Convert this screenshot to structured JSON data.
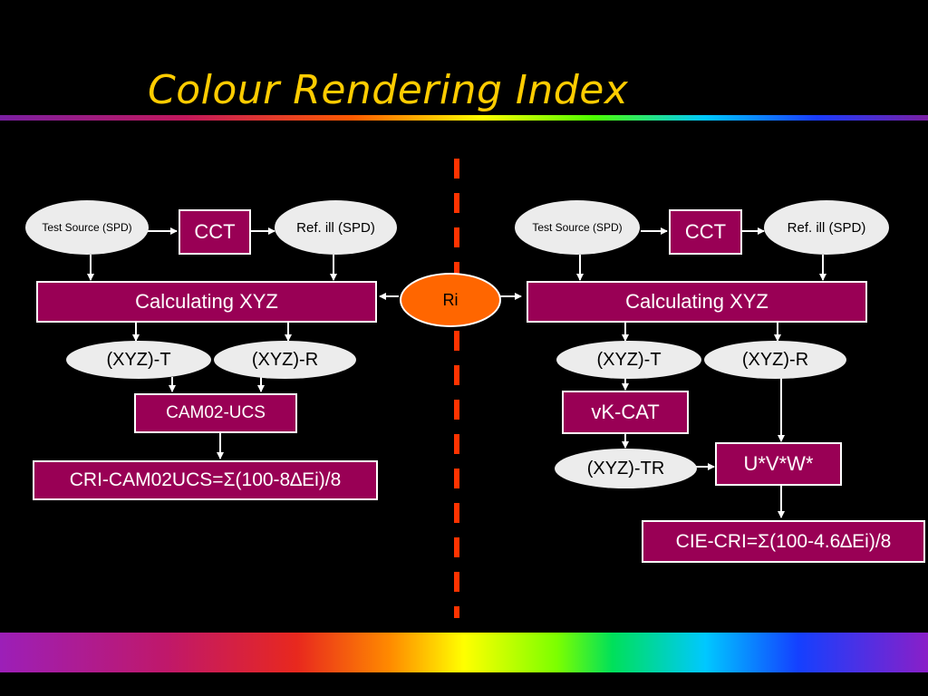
{
  "title": "Colour Rendering Index",
  "center": {
    "label": "Ri"
  },
  "left": {
    "test_source": "Test Source (SPD)",
    "cct": "CCT",
    "ref_ill": "Ref. ill (SPD)",
    "calc": "Calculating XYZ",
    "xyz_t": "(XYZ)-T",
    "xyz_r": "(XYZ)-R",
    "cam": "CAM02-UCS",
    "formula": "CRI-CAM02UCS=Σ(100-8∆Ei)/8"
  },
  "right": {
    "test_source": "Test Source (SPD)",
    "cct": "CCT",
    "ref_ill": "Ref. ill (SPD)",
    "calc": "Calculating XYZ",
    "xyz_t": "(XYZ)-T",
    "xyz_r": "(XYZ)-R",
    "vkcat": "vK-CAT",
    "xyz_tr": "(XYZ)-TR",
    "uvw": "U*V*W*",
    "formula": "CIE-CRI=Σ(100-4.6∆Ei)/8"
  },
  "colors": {
    "title": "#ffcc00",
    "box_fill": "#990055",
    "oval_fill": "#ececec",
    "ri_fill": "#ff6600",
    "divider": "#ff3300"
  }
}
